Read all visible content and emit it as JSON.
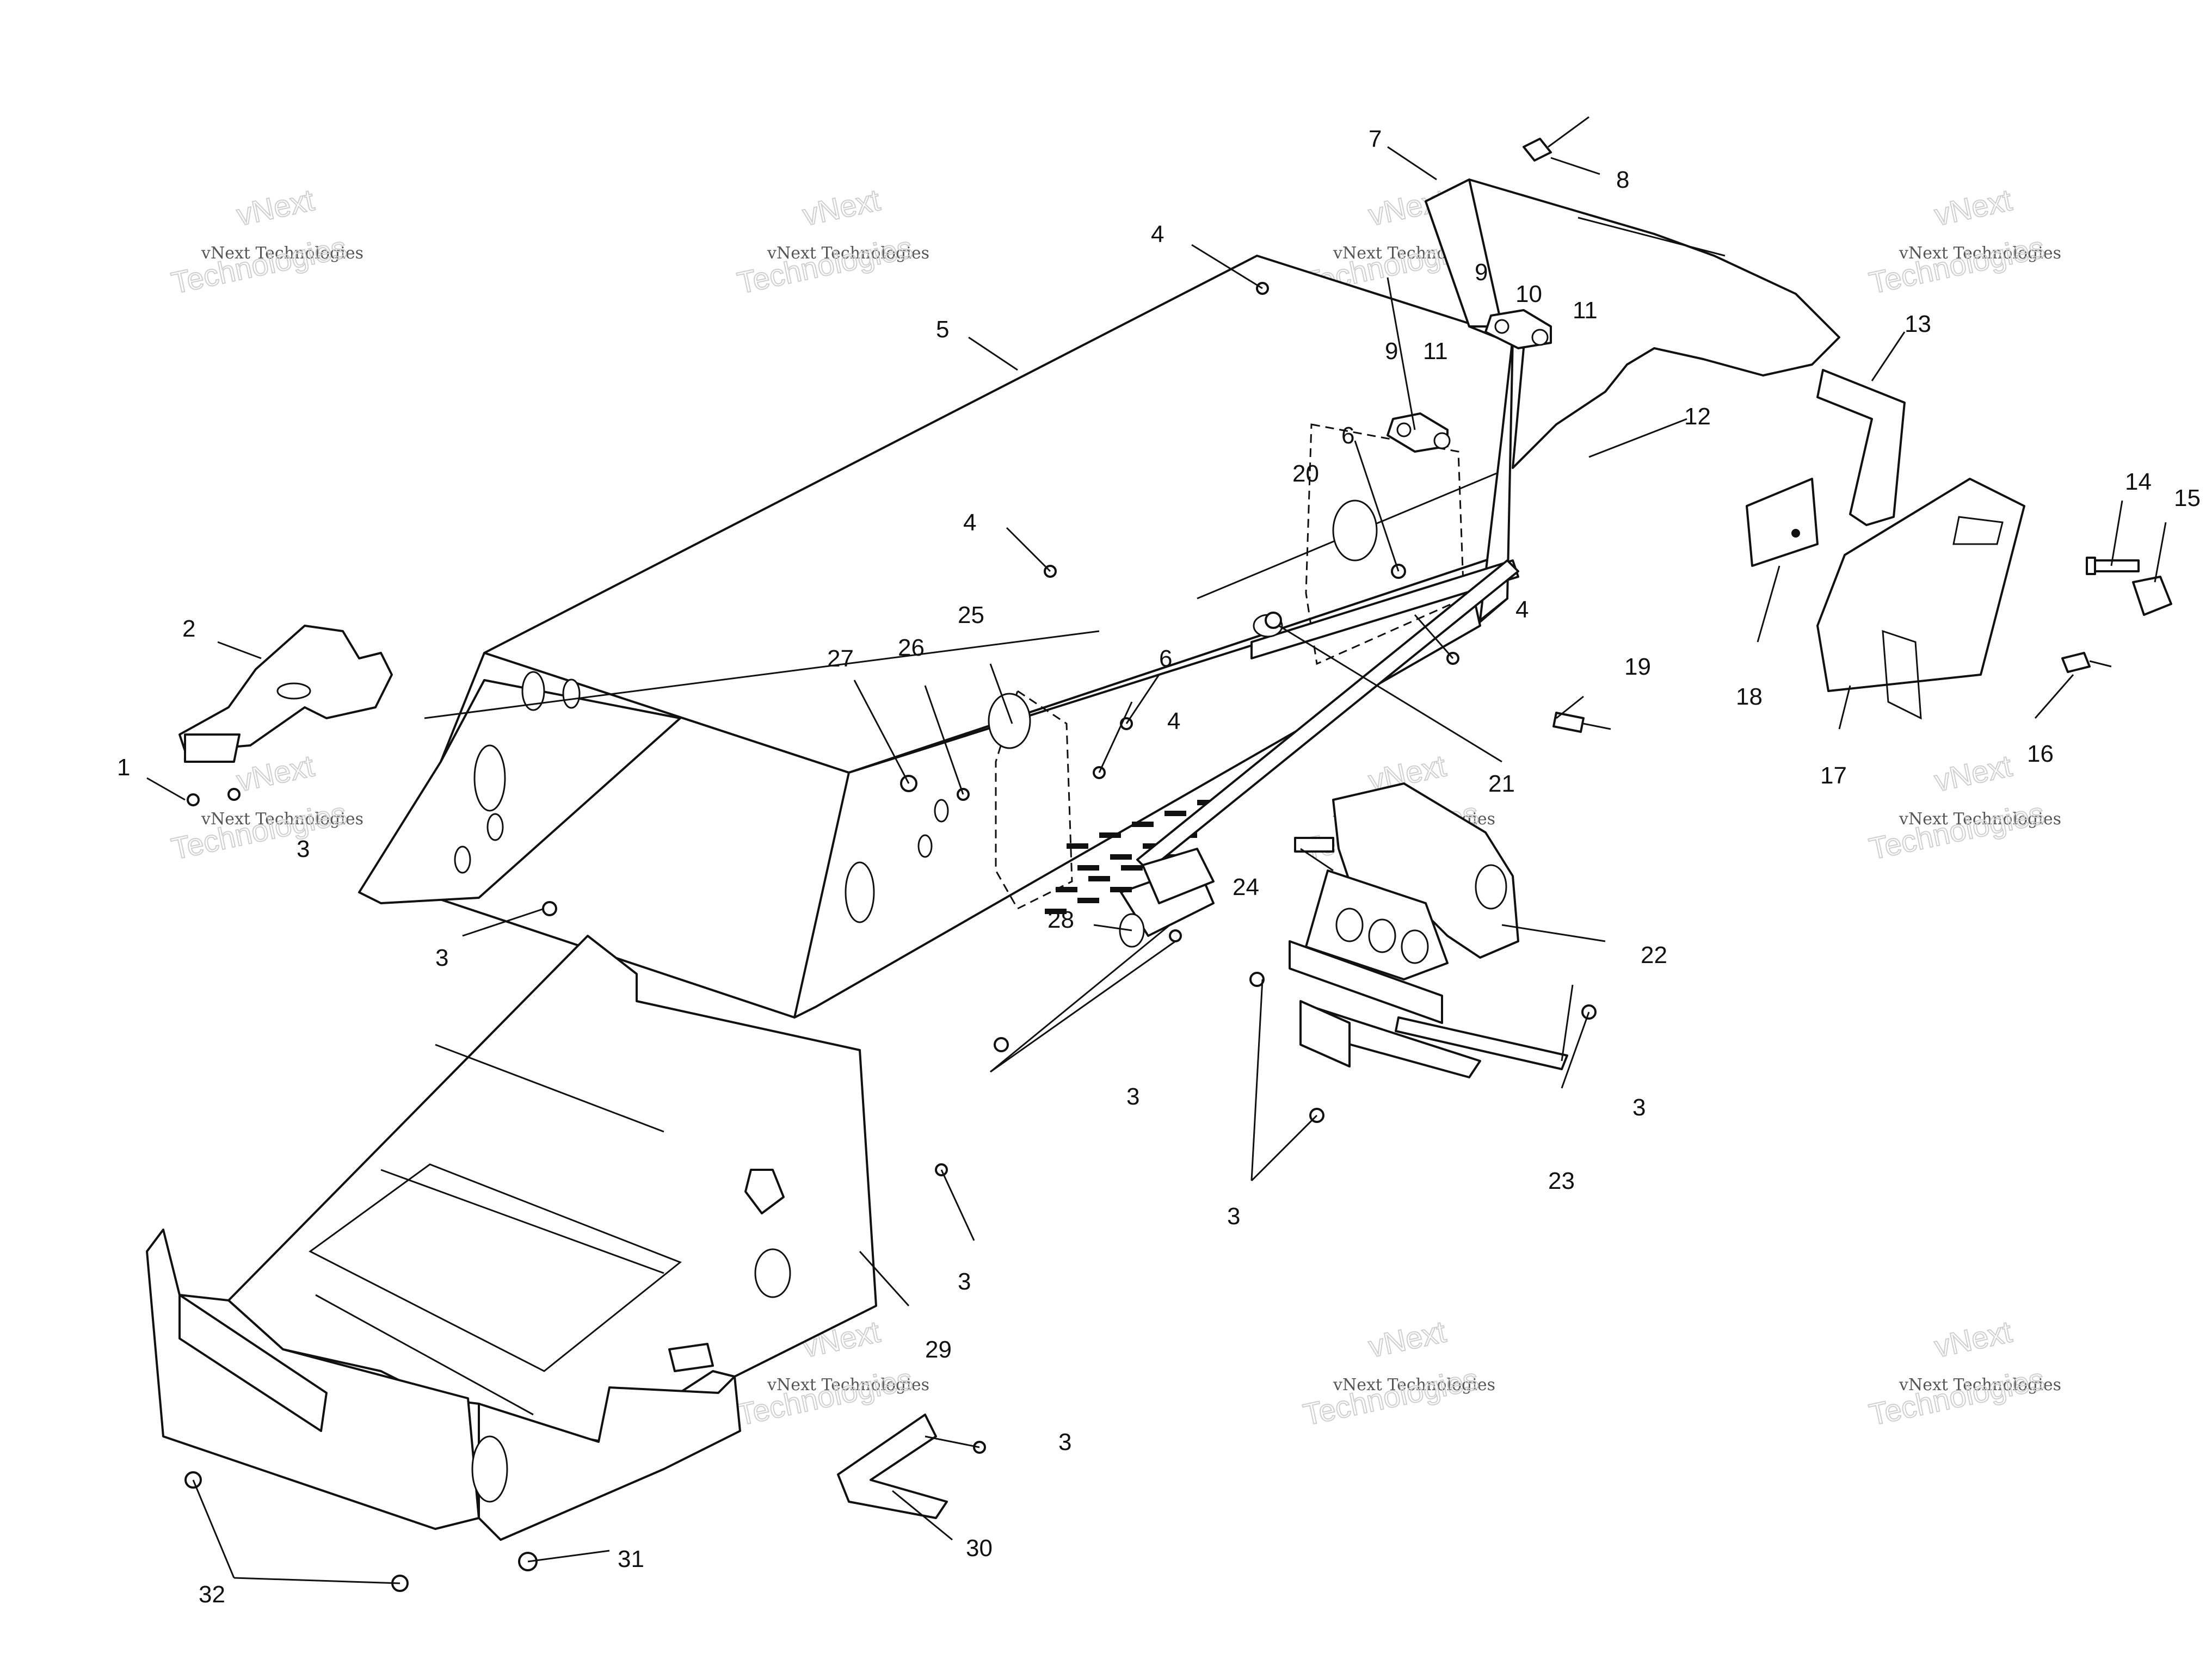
{
  "watermark": {
    "line1": "vNext",
    "line2": "vNext Technologies",
    "line3": "Technologies"
  },
  "callouts": [
    {
      "id": "c1",
      "label": "1"
    },
    {
      "id": "c2",
      "label": "2"
    },
    {
      "id": "c3a",
      "label": "3"
    },
    {
      "id": "c3b",
      "label": "3"
    },
    {
      "id": "c3c",
      "label": "3"
    },
    {
      "id": "c3d",
      "label": "3"
    },
    {
      "id": "c3e",
      "label": "3"
    },
    {
      "id": "c3f",
      "label": "3"
    },
    {
      "id": "c3g",
      "label": "3"
    },
    {
      "id": "c4a",
      "label": "4"
    },
    {
      "id": "c4b",
      "label": "4"
    },
    {
      "id": "c4c",
      "label": "4"
    },
    {
      "id": "c4d",
      "label": "4"
    },
    {
      "id": "c5",
      "label": "5"
    },
    {
      "id": "c6a",
      "label": "6"
    },
    {
      "id": "c6b",
      "label": "6"
    },
    {
      "id": "c7",
      "label": "7"
    },
    {
      "id": "c8",
      "label": "8"
    },
    {
      "id": "c9a",
      "label": "9"
    },
    {
      "id": "c9b",
      "label": "9"
    },
    {
      "id": "c10",
      "label": "10"
    },
    {
      "id": "c11a",
      "label": "11"
    },
    {
      "id": "c11b",
      "label": "11"
    },
    {
      "id": "c12",
      "label": "12"
    },
    {
      "id": "c13",
      "label": "13"
    },
    {
      "id": "c14",
      "label": "14"
    },
    {
      "id": "c15",
      "label": "15"
    },
    {
      "id": "c16",
      "label": "16"
    },
    {
      "id": "c17",
      "label": "17"
    },
    {
      "id": "c18",
      "label": "18"
    },
    {
      "id": "c19",
      "label": "19"
    },
    {
      "id": "c20",
      "label": "20"
    },
    {
      "id": "c21",
      "label": "21"
    },
    {
      "id": "c22",
      "label": "22"
    },
    {
      "id": "c23",
      "label": "23"
    },
    {
      "id": "c24",
      "label": "24"
    },
    {
      "id": "c25",
      "label": "25"
    },
    {
      "id": "c26",
      "label": "26"
    },
    {
      "id": "c27",
      "label": "27"
    },
    {
      "id": "c28",
      "label": "28"
    },
    {
      "id": "c29",
      "label": "29"
    },
    {
      "id": "c30",
      "label": "30"
    },
    {
      "id": "c31",
      "label": "31"
    },
    {
      "id": "c32",
      "label": "32"
    }
  ]
}
